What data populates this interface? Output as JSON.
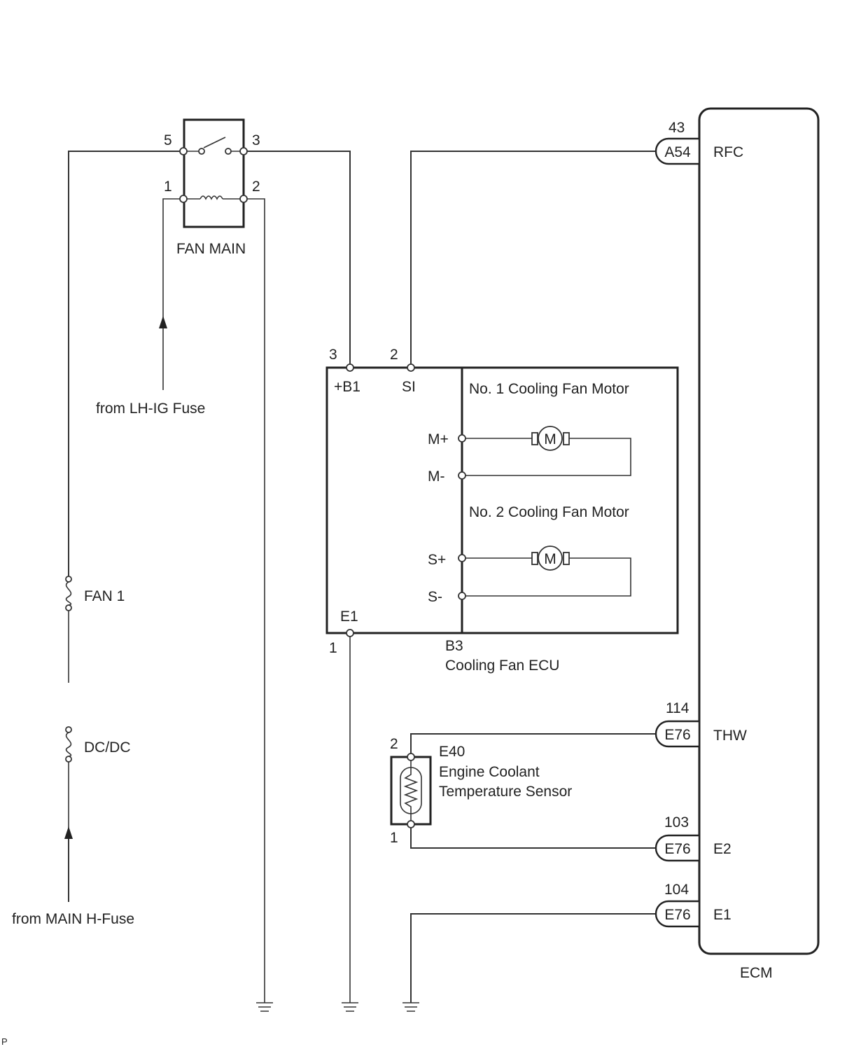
{
  "relay": {
    "name": "FAN MAIN",
    "pins": {
      "p5": "5",
      "p3": "3",
      "p1": "1",
      "p2": "2"
    }
  },
  "fuses": {
    "fan1": "FAN 1",
    "dcdc": "DC/DC"
  },
  "sources": {
    "lh_ig": "from LH-IG Fuse",
    "main_h": "from MAIN H-Fuse"
  },
  "fan_ecu": {
    "connector": "B3",
    "name": "Cooling Fan ECU",
    "pins": {
      "b1_num": "3",
      "b1_label": "+B1",
      "si_num": "2",
      "si_label": "SI",
      "e1_num": "1",
      "e1_label": "E1"
    },
    "motor1": {
      "title": "No. 1 Cooling Fan Motor",
      "plus": "M+",
      "minus": "M-",
      "symbol": "M"
    },
    "motor2": {
      "title": "No. 2 Cooling Fan Motor",
      "plus": "S+",
      "minus": "S-",
      "symbol": "M"
    }
  },
  "sensor": {
    "connector": "E40",
    "name_line1": "Engine Coolant",
    "name_line2": "Temperature Sensor",
    "pin_top": "2",
    "pin_bottom": "1"
  },
  "ecm": {
    "name": "ECM",
    "pins": [
      {
        "num": "43",
        "connector": "A54",
        "signal": "RFC"
      },
      {
        "num": "114",
        "connector": "E76",
        "signal": "THW"
      },
      {
        "num": "103",
        "connector": "E76",
        "signal": "E2"
      },
      {
        "num": "104",
        "connector": "E76",
        "signal": "E1"
      }
    ]
  },
  "footer": {
    "mark": "P"
  }
}
